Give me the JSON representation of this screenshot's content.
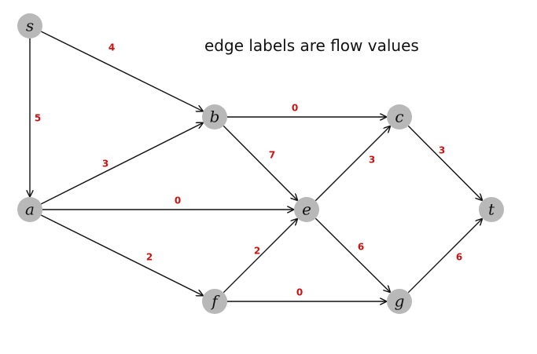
{
  "caption": "edge labels are flow values",
  "colors": {
    "node_fill": "#b8b8b8",
    "edge": "#111111",
    "flow_label": "#cc1111"
  },
  "nodes": [
    {
      "id": "s",
      "label": "s"
    },
    {
      "id": "a",
      "label": "a"
    },
    {
      "id": "b",
      "label": "b"
    },
    {
      "id": "e",
      "label": "e"
    },
    {
      "id": "f",
      "label": "f"
    },
    {
      "id": "c",
      "label": "c"
    },
    {
      "id": "g",
      "label": "g"
    },
    {
      "id": "t",
      "label": "t"
    }
  ],
  "edges": [
    {
      "from": "s",
      "to": "b",
      "flow": "4"
    },
    {
      "from": "s",
      "to": "a",
      "flow": "5"
    },
    {
      "from": "a",
      "to": "b",
      "flow": "3"
    },
    {
      "from": "a",
      "to": "e",
      "flow": "0"
    },
    {
      "from": "a",
      "to": "f",
      "flow": "2"
    },
    {
      "from": "b",
      "to": "c",
      "flow": "0"
    },
    {
      "from": "b",
      "to": "e",
      "flow": "7"
    },
    {
      "from": "e",
      "to": "c",
      "flow": "3"
    },
    {
      "from": "e",
      "to": "g",
      "flow": "6"
    },
    {
      "from": "f",
      "to": "e",
      "flow": "2"
    },
    {
      "from": "f",
      "to": "g",
      "flow": "0"
    },
    {
      "from": "c",
      "to": "t",
      "flow": "3"
    },
    {
      "from": "g",
      "to": "t",
      "flow": "6"
    }
  ]
}
